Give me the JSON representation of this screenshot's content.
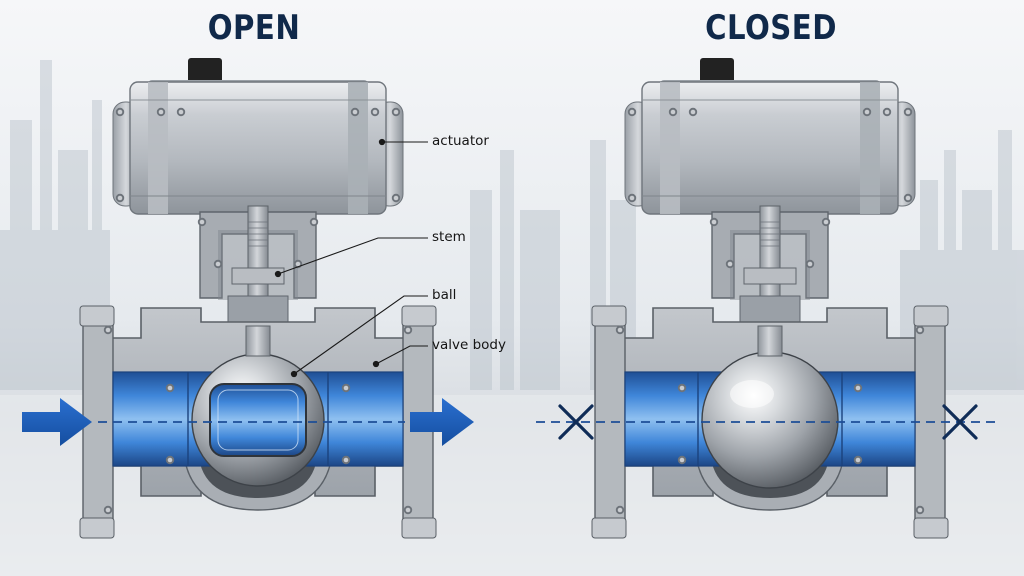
{
  "titles": {
    "open": "OPEN",
    "closed": "CLOSED"
  },
  "labels": {
    "actuator": "actuator",
    "stem": "stem",
    "ball": "ball",
    "valve_body": "valve body"
  },
  "colors": {
    "title": "#10294a",
    "flow_arrow": "#1f5fbf",
    "blocked_mark": "#0f2c57",
    "flow_channel": "#3f86d9",
    "steel": "#b9bec4"
  },
  "icons": {
    "flow_in": "arrow-right-icon",
    "flow_out": "arrow-right-icon",
    "blocked_in": "x-mark-icon",
    "blocked_out": "x-mark-icon"
  }
}
